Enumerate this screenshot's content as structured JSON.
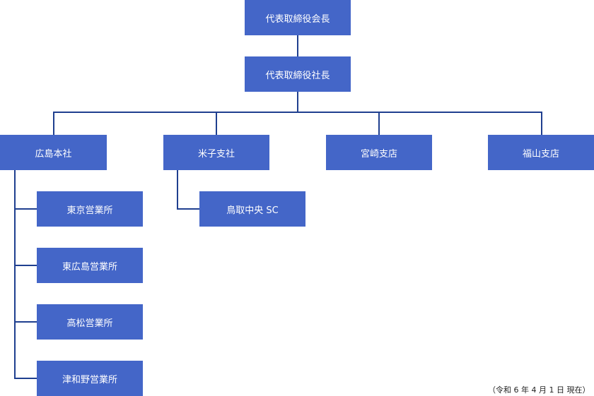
{
  "chairman": "代表取締役会長",
  "president": "代表取締役社長",
  "branches": {
    "hiroshima": "広島本社",
    "yonago": "米子支社",
    "miyazaki": "宮崎支店",
    "fukuyama": "福山支店"
  },
  "offices": {
    "tokyo": "東京営業所",
    "higashihiroshima": "東広島営業所",
    "takamatsu": "高松営業所",
    "tsuwano": "津和野営業所",
    "tottori_sc": "鳥取中央 SC"
  },
  "note": "（令和 6 年 4 月 1 日 現在）",
  "colors": {
    "box": "#4466c8",
    "line": "#1f3f8f",
    "text": "#ffffff"
  }
}
